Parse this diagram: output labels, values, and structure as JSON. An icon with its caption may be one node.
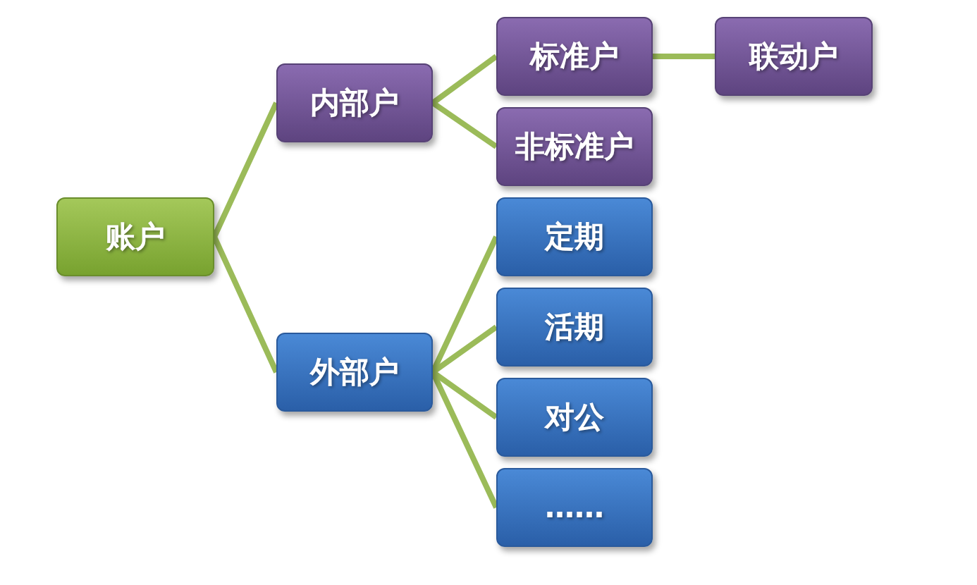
{
  "diagram": {
    "nodes": [
      {
        "text": [
          "账户"
        ]
      },
      {
        "text": [
          "内部户"
        ]
      },
      {
        "text": [
          "外部户"
        ]
      },
      {
        "text": [
          "标准户"
        ]
      },
      {
        "text": [
          "非标准户"
        ]
      },
      {
        "text": [
          "联动户"
        ]
      },
      {
        "text": [
          "定期"
        ]
      },
      {
        "text": [
          "活期"
        ]
      },
      {
        "text": [
          "对公"
        ]
      },
      {
        "text": [
          "……"
        ]
      }
    ],
    "edges": [
      {
        "from": 0,
        "to": 1,
        "arrow": "none"
      },
      {
        "from": 0,
        "to": 2,
        "arrow": "none"
      },
      {
        "from": 1,
        "to": 3,
        "arrow": "none"
      },
      {
        "from": 1,
        "to": 4,
        "arrow": "none"
      },
      {
        "from": 3,
        "to": 5,
        "arrow": "none"
      },
      {
        "from": 2,
        "to": 6,
        "arrow": "none"
      },
      {
        "from": 2,
        "to": 7,
        "arrow": "none"
      },
      {
        "from": 2,
        "to": 8,
        "arrow": "none"
      },
      {
        "from": 2,
        "to": 9,
        "arrow": "none"
      }
    ]
  }
}
